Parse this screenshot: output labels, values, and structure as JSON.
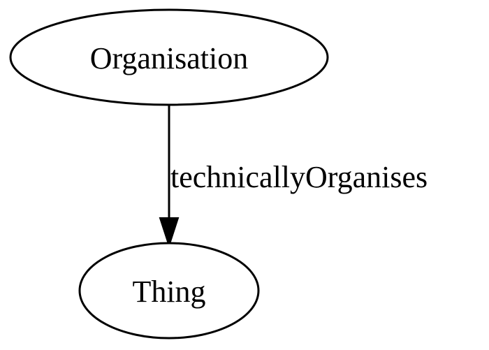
{
  "diagram": {
    "nodes": [
      {
        "id": "organisation",
        "label": "Organisation"
      },
      {
        "id": "thing",
        "label": "Thing"
      }
    ],
    "edges": [
      {
        "from": "organisation",
        "to": "thing",
        "label": "technicallyOrganises"
      }
    ]
  }
}
